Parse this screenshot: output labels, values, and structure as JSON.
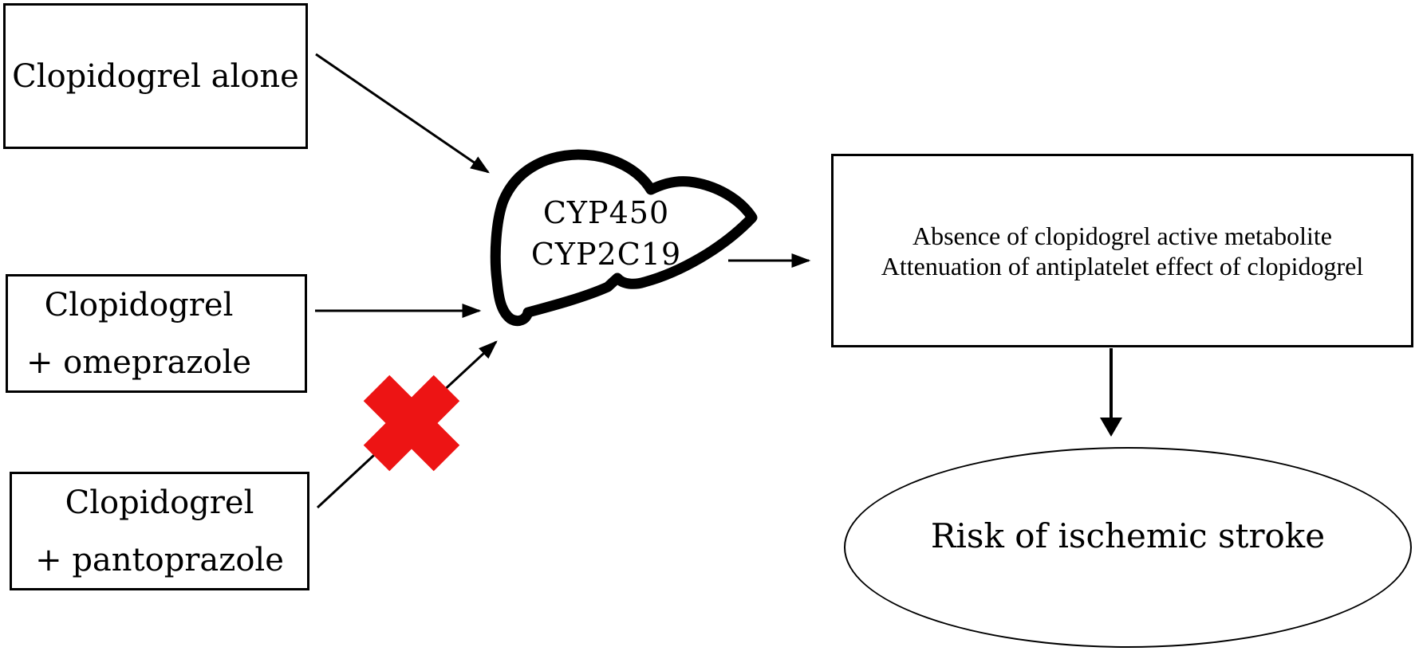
{
  "nodes": {
    "clopidogrel_alone": {
      "label": "Clopidogrel alone"
    },
    "clopidogrel_omeprazole": {
      "line1": "Clopidogrel",
      "line2": "+ omeprazole"
    },
    "clopidogrel_pantoprazole": {
      "line1": "Clopidogrel",
      "line2": "+ pantoprazole"
    },
    "liver_enzymes": {
      "line1": "CYP450",
      "line2": "CYP2C19"
    },
    "outcome": {
      "line1": "Absence of clopidogrel active metabolite",
      "line2": "Attenuation of antiplatelet effect of clopidogrel"
    },
    "risk": {
      "label": "Risk of ischemic stroke"
    }
  },
  "icons": {
    "liver": "liver-outline-icon",
    "blocked_cross": "red-x-blocked-icon",
    "connectors": "black-arrow-icon"
  },
  "colors": {
    "ink": "#000000",
    "blocked_cross": "#ed1414",
    "background": "#ffffff"
  }
}
